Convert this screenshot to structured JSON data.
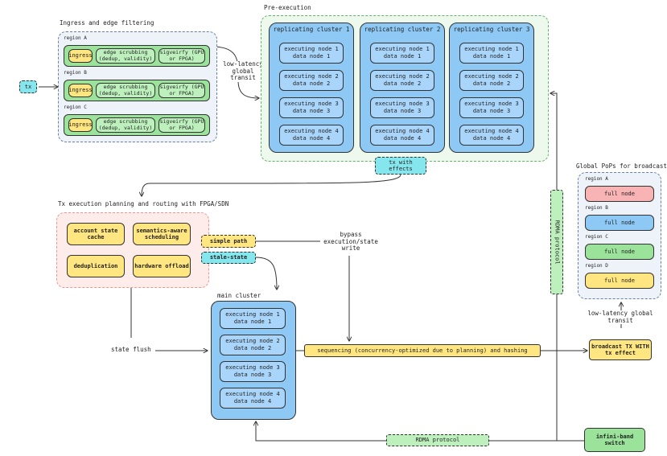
{
  "ingress_group": {
    "title": "Ingress and edge filtering",
    "regions": [
      {
        "label": "region A",
        "ingress": "ingress",
        "scrub": "edge scrubbing (dedup, validity)",
        "sig": "sigveirfy (GPU or FPGA)"
      },
      {
        "label": "region B",
        "ingress": "ingress",
        "scrub": "edge scrubbing (dedup, validity)",
        "sig": "sigveirfy (GPU or FPGA)"
      },
      {
        "label": "region C",
        "ingress": "ingress",
        "scrub": "edge scrubbing (dedup, validity)",
        "sig": "sigveirfy (GPU or FPGA)"
      }
    ]
  },
  "tx_label": "tx",
  "transit_label": "low-latency global transit",
  "pre_execution": {
    "title": "Pre-execution",
    "clusters": [
      {
        "title": "replicating cluster 1"
      },
      {
        "title": "replicating cluster 2"
      },
      {
        "title": "replicating cluster 3"
      }
    ],
    "nodes": [
      {
        "exec": "executing node 1",
        "data": "data node 1"
      },
      {
        "exec": "executing node 2",
        "data": "data node 2"
      },
      {
        "exec": "executing node 3",
        "data": "data node 3"
      },
      {
        "exec": "executing node 4",
        "data": "data node 4"
      }
    ],
    "effects_label": "tx with effects"
  },
  "planning": {
    "title": "Tx execution planning and routing with FPGA/SDN",
    "items": [
      "account state cache",
      "semantics-aware scheduling",
      "deduplication",
      "hardware offload"
    ],
    "simple_path": "simple path",
    "stale_state": "stale-state"
  },
  "bypass_label": "bypass execution/state write",
  "state_flush_label": "state flush",
  "main_cluster": {
    "title": "main cluster",
    "nodes": [
      {
        "exec": "executing node 1",
        "data": "data node 1"
      },
      {
        "exec": "executing node 2",
        "data": "data node 2"
      },
      {
        "exec": "executing node 3",
        "data": "data node 3"
      },
      {
        "exec": "executing node 4",
        "data": "data node 4"
      }
    ]
  },
  "sequencing_label": "sequencing (concurrency-optimized due to planning) and hashing",
  "broadcast_label": "broadcast TX WITH tx effect",
  "global_pops": {
    "title": "Global PoPs for broadcast",
    "regions": [
      {
        "label": "region A",
        "node": "full node",
        "color": "#f8b4b4"
      },
      {
        "label": "region B",
        "node": "full node",
        "color": "#8ec9f5"
      },
      {
        "label": "region C",
        "node": "full node",
        "color": "#9be39b"
      },
      {
        "label": "region D",
        "node": "full node",
        "color": "#ffe680"
      }
    ]
  },
  "broadcast_transit_label": "low-latency global transit",
  "rdma_vertical_label": "RDMA protocol",
  "rdma_bottom_label": "RDMA protocol",
  "infiniband_label": "infini-band switch"
}
